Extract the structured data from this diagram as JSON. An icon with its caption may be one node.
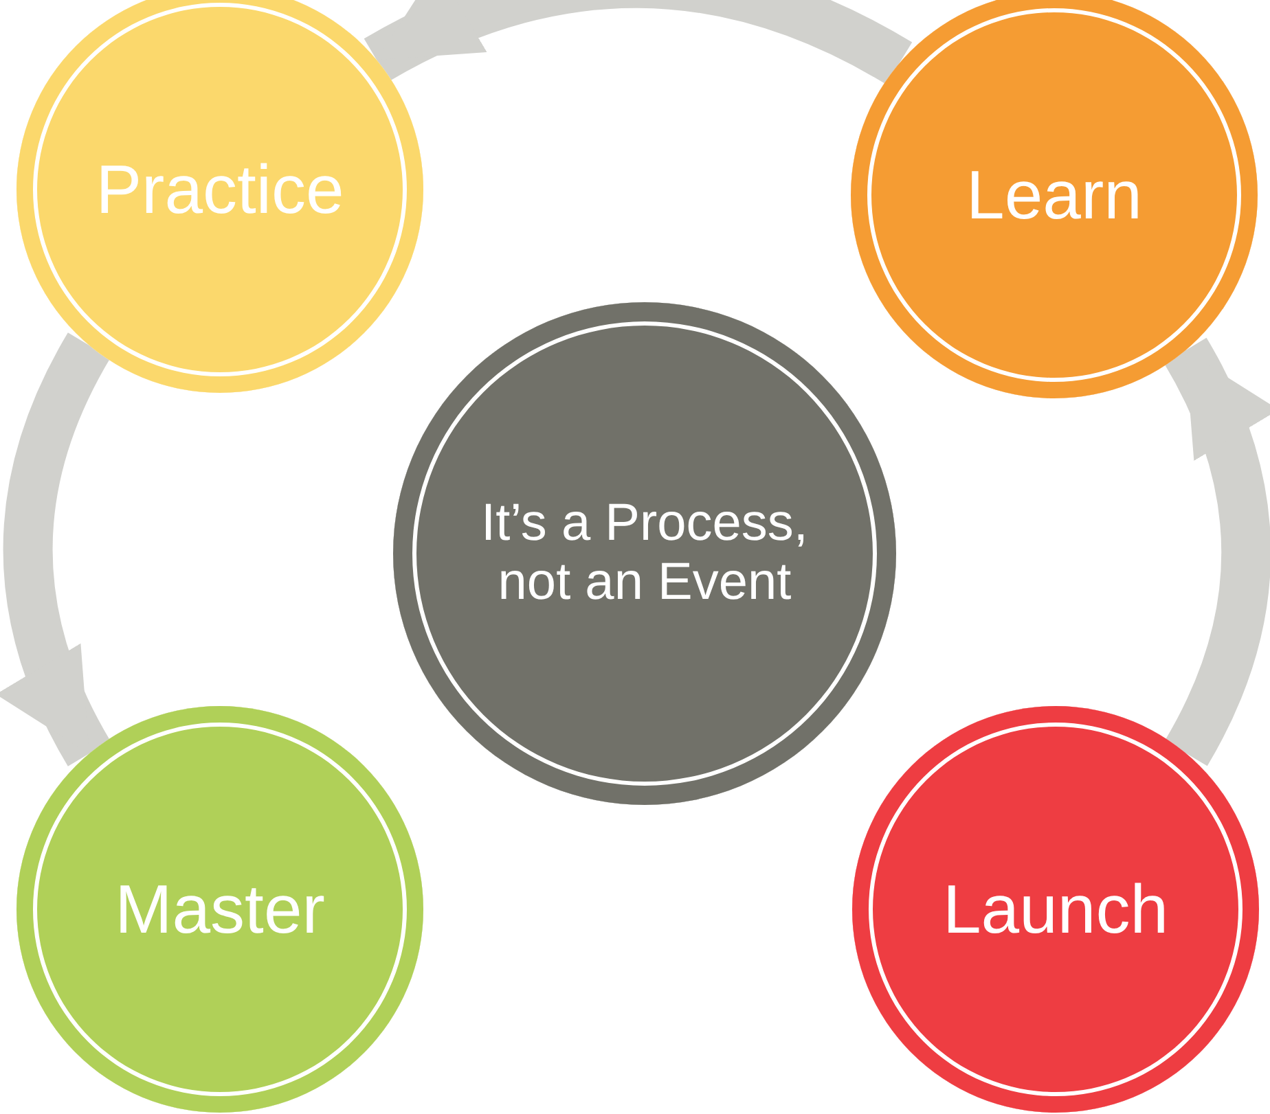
{
  "diagram": {
    "nodes": [
      {
        "text": [
          "Practice"
        ]
      },
      {
        "text": [
          "Learn"
        ]
      },
      {
        "text": [
          "It’s a Process, not an Event"
        ]
      },
      {
        "text": [
          "Master"
        ]
      },
      {
        "text": [
          "Launch"
        ]
      }
    ],
    "edges": [
      {
        "from": 1,
        "to": 0,
        "arrow": "to"
      },
      {
        "from": 0,
        "to": 3,
        "arrow": "to"
      },
      {
        "from": 4,
        "to": 1,
        "arrow": "to"
      }
    ]
  }
}
